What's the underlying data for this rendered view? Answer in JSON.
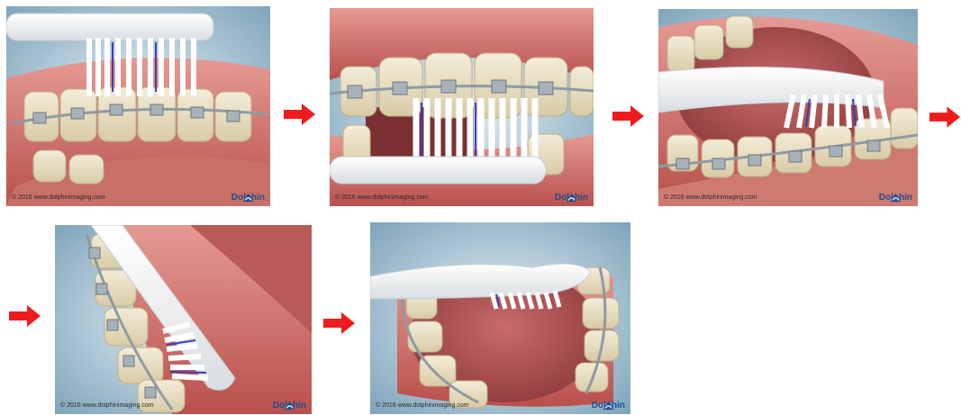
{
  "panels": [
    {
      "credit": "© 2016 www.dolphinimaging.com",
      "brand": "Dolphin"
    },
    {
      "credit": "© 2016 www.dolphinimaging.com",
      "brand": "Dolphin"
    },
    {
      "credit": "© 2016 www.dolphinimaging.com",
      "brand": "Dolphin"
    },
    {
      "credit": "© 2016 www.dolphinimaging.com",
      "brand": "Dolphin"
    },
    {
      "credit": "© 2016 www.dolphinimaging.com",
      "brand": "Dolphin"
    }
  ],
  "colors": {
    "arrow": "#ee1c1c",
    "brand": "#1d4f8f",
    "bristle_accent": "#3b3fb5"
  },
  "icons": [
    "brushing-step-image",
    "next-step-arrow-icon",
    "dolphin-logo-icon"
  ]
}
